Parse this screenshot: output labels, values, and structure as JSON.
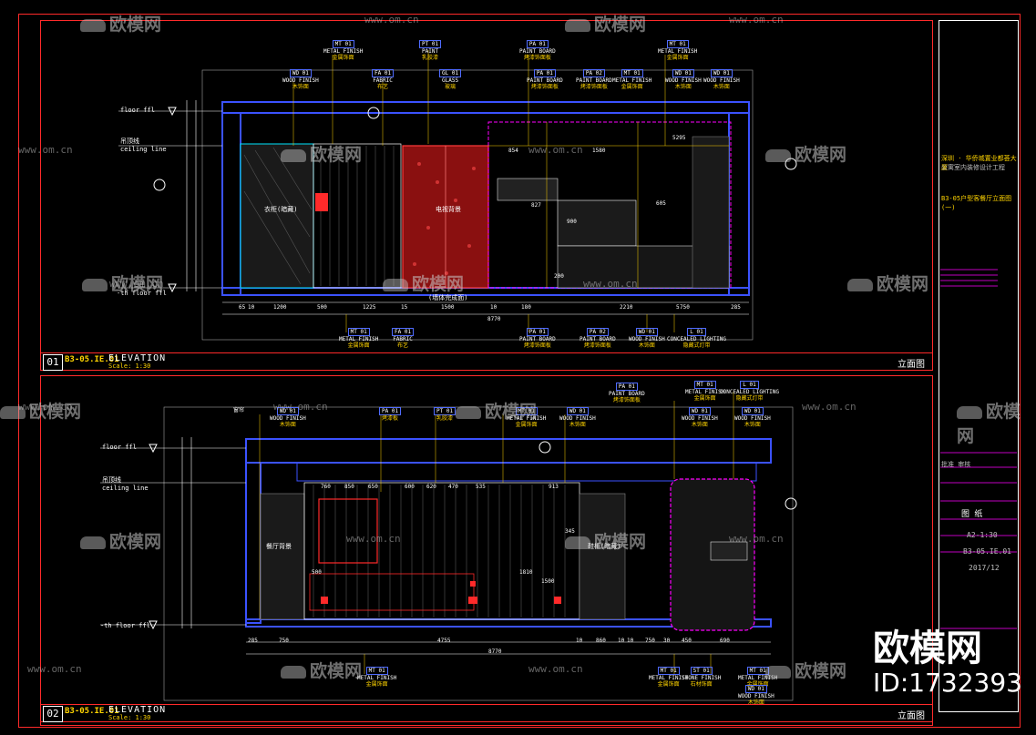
{
  "watermark": {
    "brand": "欧模网",
    "url": "www.om.cn"
  },
  "corner": {
    "brand": "欧模网",
    "id": "ID:1732393"
  },
  "sidebar": {
    "project_line1": "深圳 · 华侨城置业都荟大厦",
    "project_line2": "公寓室内装修设计工程",
    "sheet_title": "B3-05户型客餐厅立面图(一)",
    "label_small": "图 纸",
    "scale": "A2-1:30",
    "drawing_no": "B3-05.IE.01",
    "date": "2017/12",
    "approval": "批准 审核"
  },
  "elevations": [
    {
      "number": "01",
      "code": "B3-05.IE.01",
      "title": "ELEVATION",
      "scale": "Scale: 1:30",
      "right_label": "立面图",
      "levels": {
        "floor": "floor ffl",
        "ceiling_cn": "吊顶线",
        "ceiling": "ceiling line",
        "floor_fin": "-th floor ffl"
      },
      "tags_top": [
        {
          "code": "MT 01",
          "en": "METAL FINISH",
          "cn": "金属饰面"
        },
        {
          "code": "PT 01",
          "en": "PAINT",
          "cn": "乳胶漆"
        },
        {
          "code": "PA 01",
          "en": "PAINT BOARD",
          "cn": "烤漆饰面板"
        },
        {
          "code": "MT 01",
          "en": "METAL FINISH",
          "cn": "金属饰面"
        },
        {
          "code": "WD 01",
          "en": "WOOD FINISH",
          "cn": "木饰面"
        },
        {
          "code": "FA 01",
          "en": "FABRIC",
          "cn": "布艺"
        },
        {
          "code": "GL 01",
          "en": "GLASS",
          "cn": "玻璃"
        },
        {
          "code": "PA 01",
          "en": "PAINT BOARD",
          "cn": "烤漆饰面板"
        },
        {
          "code": "PA 02",
          "en": "PAINT BOARD",
          "cn": "烤漆饰面板"
        },
        {
          "code": "MT 01",
          "en": "METAL FINISH",
          "cn": "金属饰面"
        },
        {
          "code": "WD 01",
          "en": "WOOD FINISH",
          "cn": "木饰面"
        },
        {
          "code": "WD 01",
          "en": "WOOD FINISH",
          "cn": "木饰面"
        }
      ],
      "tags_bottom": [
        {
          "code": "MT 01",
          "en": "METAL FINISH",
          "cn": "金属饰面"
        },
        {
          "code": "FA 01",
          "en": "FABRIC",
          "cn": "布艺"
        },
        {
          "code": "PA 01",
          "en": "PAINT BOARD",
          "cn": "烤漆饰面板"
        },
        {
          "code": "PA 02",
          "en": "PAINT BOARD",
          "cn": "烤漆饰面板"
        },
        {
          "code": "WD 01",
          "en": "WOOD FINISH",
          "cn": "木饰面"
        },
        {
          "code": "L 01",
          "en": "CONCEALED LIGHTING",
          "cn": "隐藏式灯带"
        }
      ],
      "dims_bottom": [
        "65",
        "10",
        "1200",
        "500",
        "1225",
        "15",
        "1500",
        "10",
        "180",
        "2210",
        "5",
        "750",
        "285"
      ],
      "total": "8770",
      "notes": [
        "衣柜(暗藏)",
        "电视背景",
        "(墙体完成面)"
      ],
      "dims_inner": [
        "854",
        "1580",
        "5295",
        "827",
        "605",
        "200",
        "900"
      ]
    },
    {
      "number": "02",
      "code": "B3-05.IE.01",
      "title": "ELEVATION",
      "scale": "Scale: 1:30",
      "right_label": "立面图",
      "levels": {
        "floor": "floor ffl",
        "ceiling_cn": "吊顶线",
        "ceiling": "ceiling line",
        "floor_fin": "-th floor ffl"
      },
      "tags_top": [
        {
          "code": "",
          "en": "窗帘",
          "cn": ""
        },
        {
          "code": "WD 01",
          "en": "WOOD FINISH",
          "cn": "木饰面"
        },
        {
          "code": "PA 01",
          "en": "",
          "cn": "烤漆板"
        },
        {
          "code": "PT 01",
          "en": "",
          "cn": "乳胶漆"
        },
        {
          "code": "MT 01",
          "en": "METAL FINISH",
          "cn": "金属饰面"
        },
        {
          "code": "WD 01",
          "en": "WOOD FINISH",
          "cn": "木饰面"
        },
        {
          "code": "PA 01",
          "en": "PAINT BOARD",
          "cn": "烤漆饰面板"
        },
        {
          "code": "MT 01",
          "en": "METAL FINISH",
          "cn": "金属饰面"
        },
        {
          "code": "WD 01",
          "en": "WOOD FINISH",
          "cn": "木饰面"
        },
        {
          "code": "L 01",
          "en": "CONCEALED LIGHTING",
          "cn": "隐藏式灯带"
        },
        {
          "code": "WD 01",
          "en": "WOOD FINISH",
          "cn": "木饰面"
        }
      ],
      "tags_bottom": [
        {
          "code": "MT 01",
          "en": "METAL FINISH",
          "cn": "金属饰面"
        },
        {
          "code": "MT 01",
          "en": "METAL FINISH",
          "cn": "金属饰面"
        },
        {
          "code": "ST 01",
          "en": "STONE FINISH",
          "cn": "石材饰面"
        },
        {
          "code": "MT 01",
          "en": "METAL FINISH",
          "cn": "金属饰面"
        },
        {
          "code": "WD 01",
          "en": "WOOD FINISH",
          "cn": "木饰面"
        }
      ],
      "dims_bottom": [
        "285",
        "750",
        "4755",
        "10",
        "860",
        "10",
        "10",
        "750",
        "30",
        "450",
        "690"
      ],
      "total": "8770",
      "dims_inner": [
        "760",
        "850",
        "650",
        "600",
        "620",
        "470",
        "535",
        "913",
        "345",
        "1810",
        "500",
        "1500"
      ],
      "notes": [
        "餐厅背景",
        "鞋柜(暗藏)"
      ]
    }
  ]
}
